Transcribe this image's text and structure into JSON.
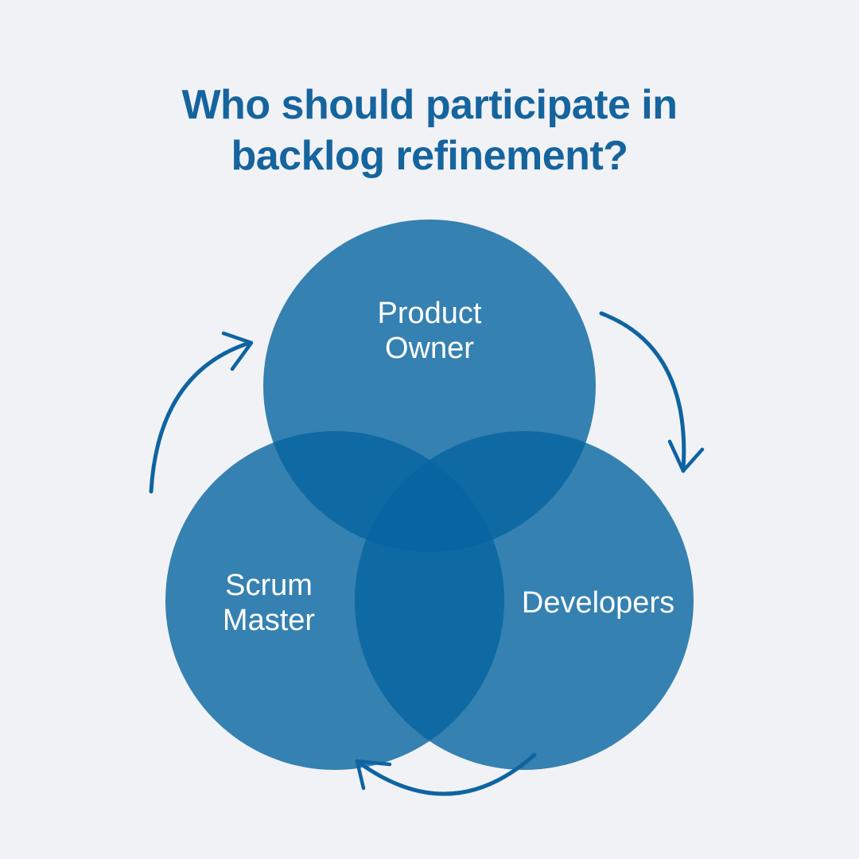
{
  "title": {
    "line1": "Who should participate in",
    "line2": "backlog refinement?"
  },
  "venn": {
    "circles": [
      {
        "id": "product-owner",
        "position": "top",
        "label_line1": "Product",
        "label_line2": "Owner"
      },
      {
        "id": "scrum-master",
        "position": "bottom-left",
        "label_line1": "Scrum",
        "label_line2": "Master"
      },
      {
        "id": "developers",
        "position": "bottom-right",
        "label_line1": "Developers",
        "label_line2": ""
      }
    ]
  },
  "arrows": [
    {
      "id": "cycle-arrow-left",
      "description": "hand-drawn curved arrow pointing up toward top circle"
    },
    {
      "id": "cycle-arrow-right",
      "description": "hand-drawn curved arrow pointing down toward bottom-right circle"
    },
    {
      "id": "cycle-arrow-bottom",
      "description": "hand-drawn curved arrow pointing left toward bottom-left circle"
    }
  ],
  "colors": {
    "background": "#F1F2F5",
    "circle_fill": "#0664A0",
    "circle_opacity": "0.8",
    "title_text": "#15649E",
    "label_text": "#FFFFFF",
    "arrow_stroke": "#0E64A1"
  }
}
